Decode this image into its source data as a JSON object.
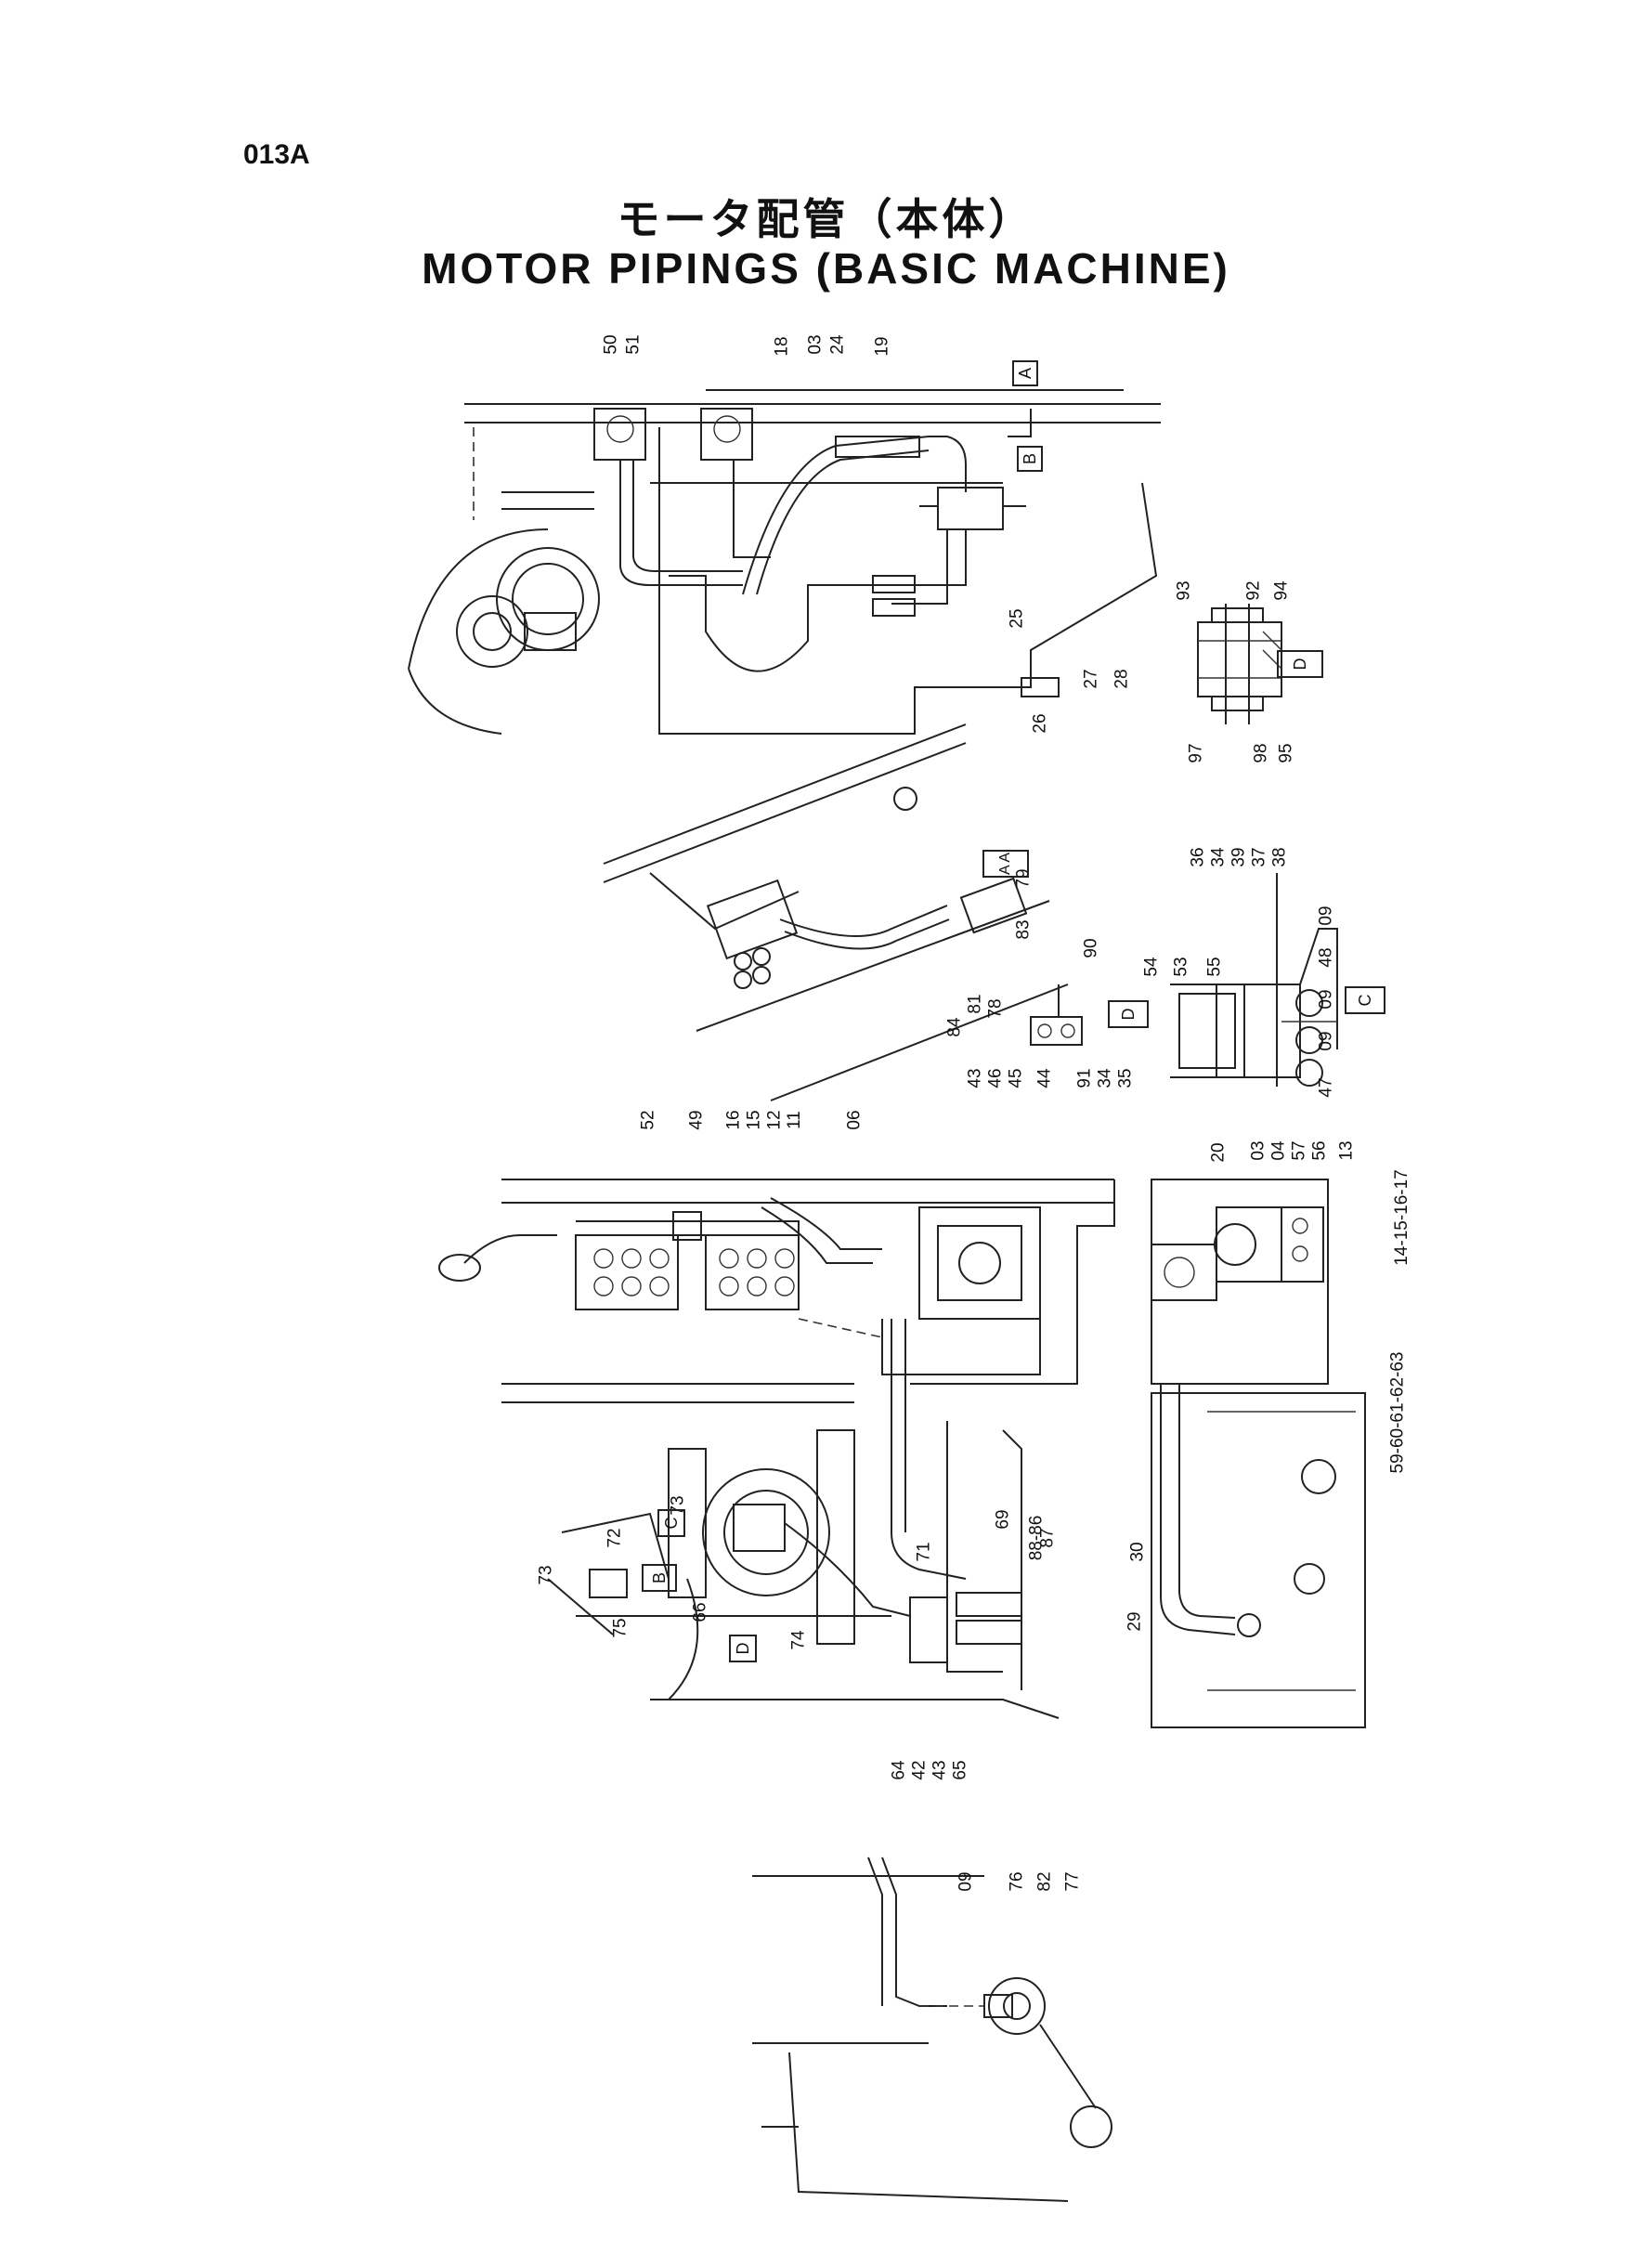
{
  "header": {
    "page_code": "013A",
    "title_jp": "モータ配管（本体）",
    "title_en": "MOTOR PIPINGS (BASIC MACHINE)"
  },
  "view_tags": [
    "A",
    "B",
    "C",
    "D",
    "A A",
    "B",
    "D",
    "C",
    "D"
  ],
  "callouts": {
    "top": [
      "50",
      "51",
      "18",
      "03",
      "24",
      "19",
      "25",
      "27",
      "28",
      "26"
    ],
    "detail_d": [
      "93",
      "92",
      "94",
      "97",
      "98",
      "95"
    ],
    "section_aa": [
      "79",
      "83",
      "84",
      "81",
      "78",
      "90",
      "43",
      "46",
      "45",
      "44",
      "91",
      "34",
      "35"
    ],
    "view_c": [
      "36",
      "34",
      "39",
      "37",
      "38",
      "09",
      "48",
      "09",
      "09",
      "54",
      "53",
      "55",
      "47"
    ],
    "middle": [
      "52",
      "49",
      "16",
      "15",
      "12",
      "11",
      "06",
      "20",
      "03",
      "04",
      "57",
      "56",
      "13",
      "14-15-16-17",
      "59-60-61-62-63",
      "30",
      "29"
    ],
    "lower": [
      "73",
      "72",
      "73",
      "75",
      "66",
      "71",
      "69",
      "88-86",
      "87",
      "74",
      "64",
      "42",
      "43",
      "65"
    ],
    "bottom": [
      "09",
      "76",
      "82",
      "77"
    ]
  }
}
